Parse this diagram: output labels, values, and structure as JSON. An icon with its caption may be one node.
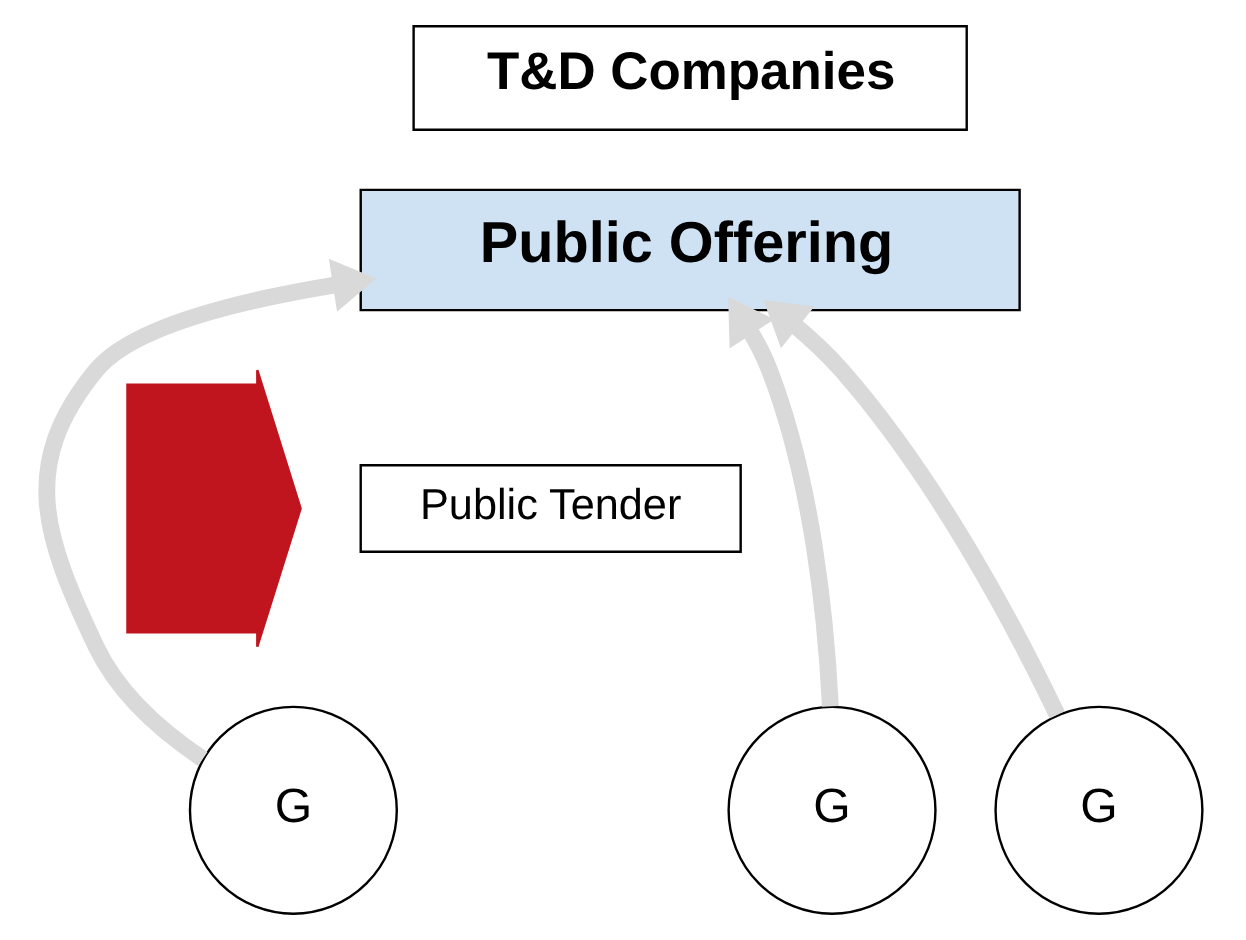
{
  "diagram": {
    "nodes": [
      {
        "text": [
          "T&D Companies"
        ]
      },
      {
        "text": [
          "Public Offering"
        ]
      },
      {
        "text": [
          "Public Tender"
        ]
      },
      {
        "text": [
          "G"
        ]
      },
      {
        "text": [
          "G"
        ]
      },
      {
        "text": [
          "G"
        ]
      },
      {
        "text": [],
        "shape": "arrow"
      }
    ],
    "edges": [
      {
        "from": 3,
        "to": 1,
        "arrow": "to"
      },
      {
        "from": 4,
        "to": 1,
        "arrow": "to"
      },
      {
        "from": 5,
        "to": 1,
        "arrow": "to"
      }
    ]
  }
}
